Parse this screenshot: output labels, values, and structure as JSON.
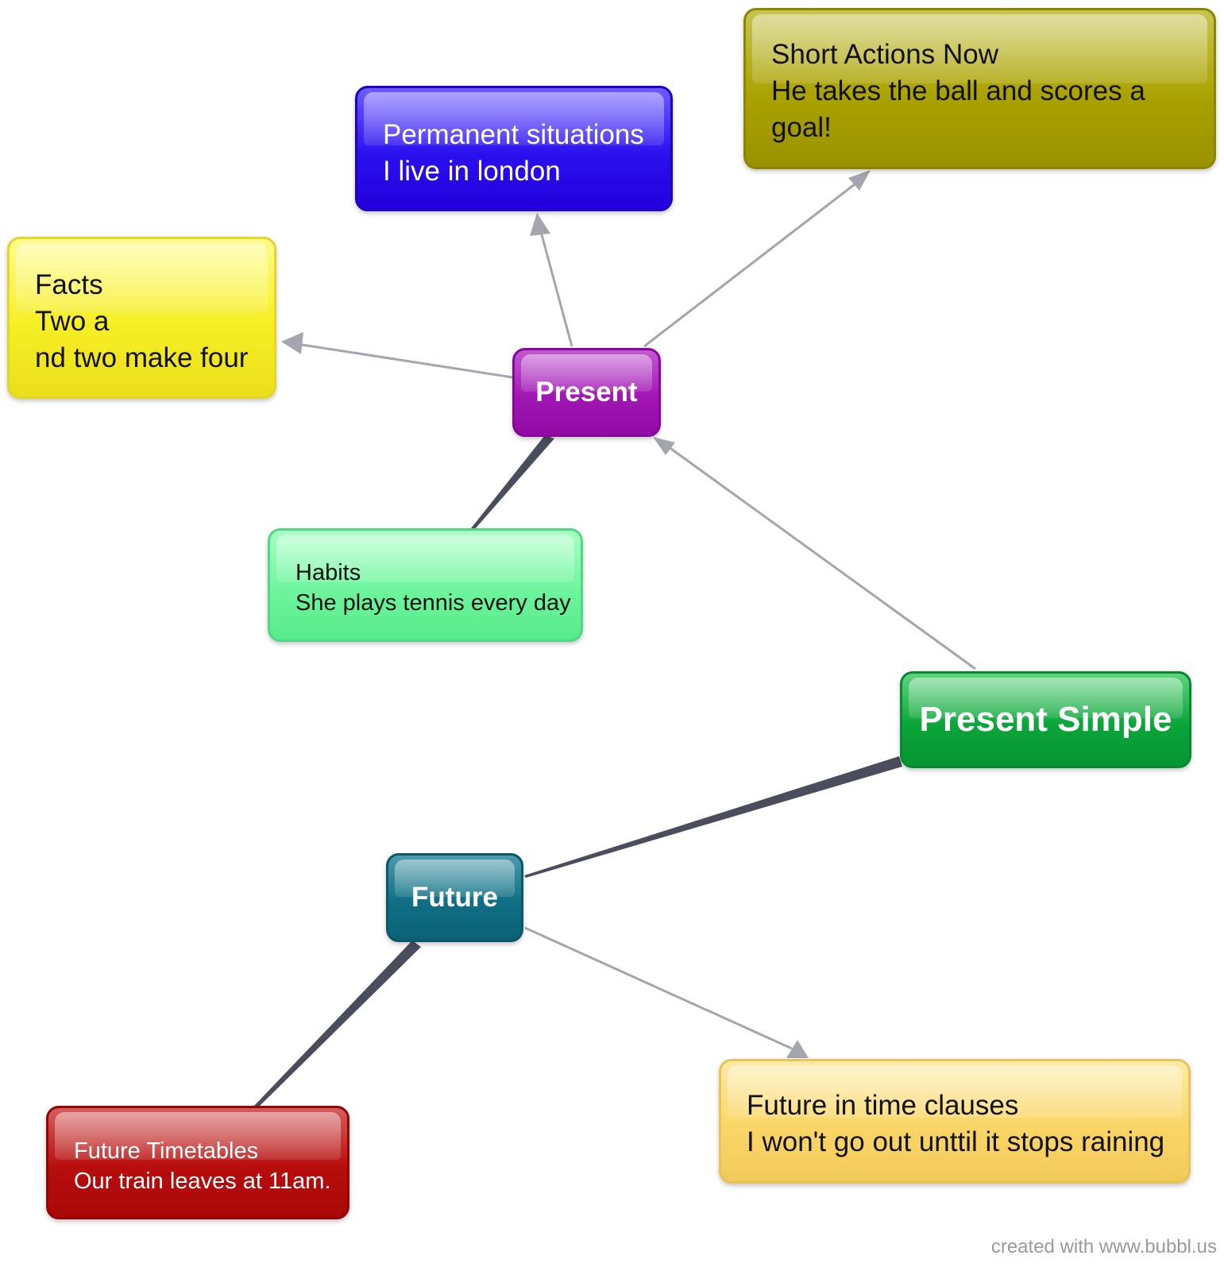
{
  "nodes": {
    "short_actions": {
      "lines": [
        "Short Actions Now",
        "He takes the ball and scores a",
        "goal!"
      ]
    },
    "permanent": {
      "lines": [
        "Permanent situations",
        "I live in london"
      ]
    },
    "facts": {
      "lines": [
        "Facts",
        "Two a",
        "nd two make four"
      ]
    },
    "present": {
      "label": "Present"
    },
    "habits": {
      "lines": [
        "Habits",
        "She plays tennis every day"
      ]
    },
    "present_simple": {
      "label": "Present Simple"
    },
    "future": {
      "label": "Future"
    },
    "future_clauses": {
      "lines": [
        "Future in time clauses",
        "I won't go out unttil it stops raining"
      ]
    },
    "future_timetables": {
      "lines": [
        "Future Timetables",
        "Our train leaves at 11am."
      ]
    }
  },
  "watermark": "created with www.bubbl.us",
  "colors": {
    "connector_strong": "#4a4d5c",
    "connector_arrow": "#a3a6ae",
    "short_actions": "#aaa200",
    "permanent": "#2a10ee",
    "facts": "#f6ee24",
    "present": "#a116b4",
    "habits": "#6ef59d",
    "present_simple": "#0ba53a",
    "future": "#0f6f84",
    "future_clauses": "#fad667",
    "future_timetables": "#b80d0d"
  }
}
